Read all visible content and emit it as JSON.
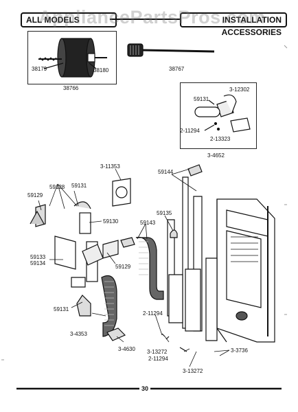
{
  "header": {
    "left_title": "ALL MODELS",
    "right_title": "INSTALLATION ACCESSORIES",
    "watermark": "AppliancePartsPros.com"
  },
  "parts": {
    "p38179": "38179",
    "p38180": "38180",
    "p38766": "38766",
    "p38767": "38767",
    "p3_12302": "3-12302",
    "p59131_kit": "59131",
    "p2_11294_kit": "2-11294",
    "p2_13323": "2-13323",
    "p3_4652": "3-4652",
    "p3_11353": "3-11353",
    "p59144": "59144",
    "p59128": "59128",
    "p59131_top": "59131",
    "p59129_left": "59129",
    "p59135": "59135",
    "p59130": "59130",
    "p59143": "59143",
    "p59133": "59133",
    "p59134": "59134",
    "p59129_mid": "59129",
    "p59131_low": "59131",
    "p2_11294_mid": "2-11294",
    "p3_4353": "3-4353",
    "p3_4630": "3-4630",
    "p3_13272_a": "3-13272",
    "p2_11294_low": "2-11294",
    "p3_3736": "3-3736",
    "p3_13272_b": "3-13272"
  },
  "footer": {
    "page_number": "30"
  }
}
